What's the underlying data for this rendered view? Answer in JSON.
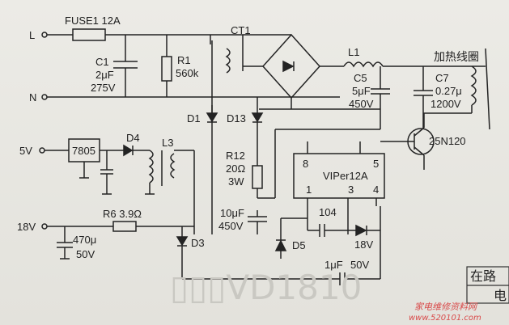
{
  "components": {
    "L": "L",
    "N": "N",
    "fuse": "FUSE1  12A",
    "c1_name": "C1",
    "c1_cap": "2μF",
    "c1_volt": "275V",
    "r1_name": "R1",
    "r1_val": "560k",
    "ct1": "CT1",
    "l1": "L1",
    "c5_name": "C5",
    "c5_cap": "5μF",
    "c5_volt": "450V",
    "coil": "加热线圈",
    "c7_name": "C7",
    "c7_cap": "0.27μ",
    "c7_volt": "1200V",
    "d1": "D1",
    "d13": "D13",
    "transistor": "25N120",
    "v5": "5V",
    "reg": "7805",
    "d4": "D4",
    "l3": "L3",
    "r12_name": "R12",
    "r12_val": "20Ω",
    "r12_pow": "3W",
    "pin8": "8",
    "pin5": "5",
    "ic": "VIPer12A",
    "pin1": "1",
    "pin3": "3",
    "pin4": "4",
    "c_cap": "10μF",
    "c_volt": "450V",
    "cap104": "104",
    "v18": "18V",
    "r6": "R6  3.9Ω",
    "d5": "D5",
    "v18b": "18V",
    "c470_cap": "470μ",
    "c470_volt": "50V",
    "d3": "D3",
    "c1u_cap": "1μF",
    "c1u_volt": "50V"
  },
  "fragments": {
    "tr1": "在路",
    "tr2": "电"
  },
  "watermark": "家电维修资料网",
  "watermark_url": "www.520101.com"
}
